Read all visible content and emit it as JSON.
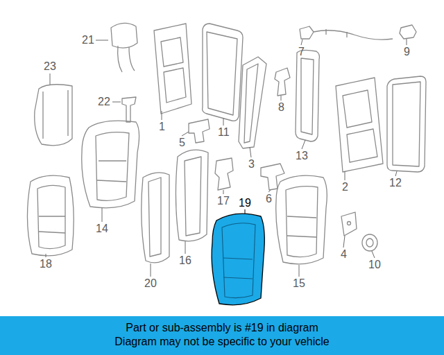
{
  "diagram": {
    "nodes": [
      {
        "text": [
          "Part or sub-assembly is #19 in diagram",
          "Diagram may not be specific to your vehicle"
        ]
      }
    ],
    "labels": [
      "21",
      "23",
      "22",
      "1",
      "11",
      "5",
      "14",
      "18",
      "20",
      "16",
      "17",
      "3",
      "8",
      "13",
      "7",
      "9",
      "2",
      "12",
      "6",
      "19",
      "15",
      "4",
      "10"
    ]
  }
}
